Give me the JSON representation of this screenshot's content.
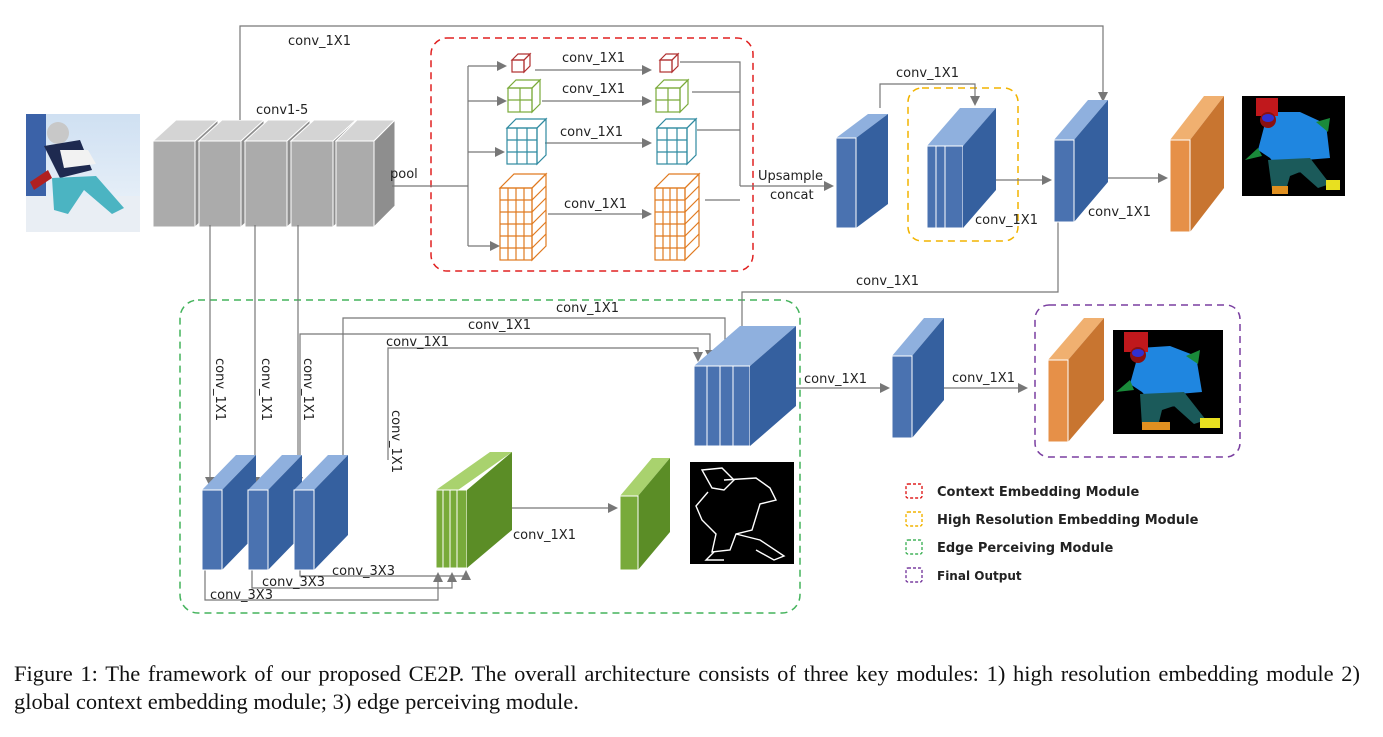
{
  "labels": {
    "conv1_5": "conv1-5",
    "pool": "pool",
    "conv_1x1": "conv_1X1",
    "conv_3x3": "conv_3X3",
    "upsample": "Upsample",
    "concat": "concat"
  },
  "legend": [
    {
      "label": "Context Embedding Module",
      "color": "#e02020"
    },
    {
      "label": "High Resolution Embedding Module",
      "color": "#f2b400"
    },
    {
      "label": "Edge Perceiving Module",
      "color": "#44b35c"
    },
    {
      "label": "Final Output",
      "color": "#7a3fa0"
    }
  ],
  "colors": {
    "gray": "#a8a8a8",
    "blue": "#4a72b0",
    "green": "#78aa3a",
    "orange": "#d6853a",
    "grid_red": "#b03030",
    "grid_green": "#7aaa3a",
    "grid_teal": "#2f8aa0",
    "grid_orange": "#e07a20"
  },
  "caption": "Figure 1: The framework of our proposed CE2P. The overall architecture consists of three key modules: 1) high resolution embedding module 2) global context embedding module; 3) edge perceiving module."
}
